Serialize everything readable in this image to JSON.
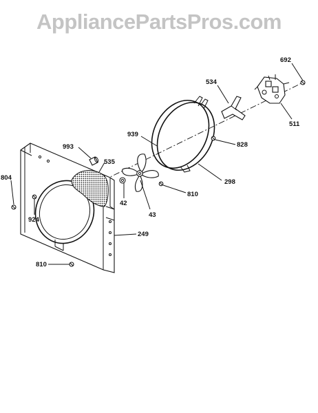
{
  "watermark": "AppliancePartsPros.com",
  "callouts": {
    "p692": "692",
    "p534": "534",
    "p511": "511",
    "p939": "939",
    "p828": "828",
    "p993": "993",
    "p535": "535",
    "p298": "298",
    "p804": "804",
    "p810a": "810",
    "p42": "42",
    "p924": "924",
    "p43": "43",
    "p249": "249",
    "p810b": "810"
  }
}
